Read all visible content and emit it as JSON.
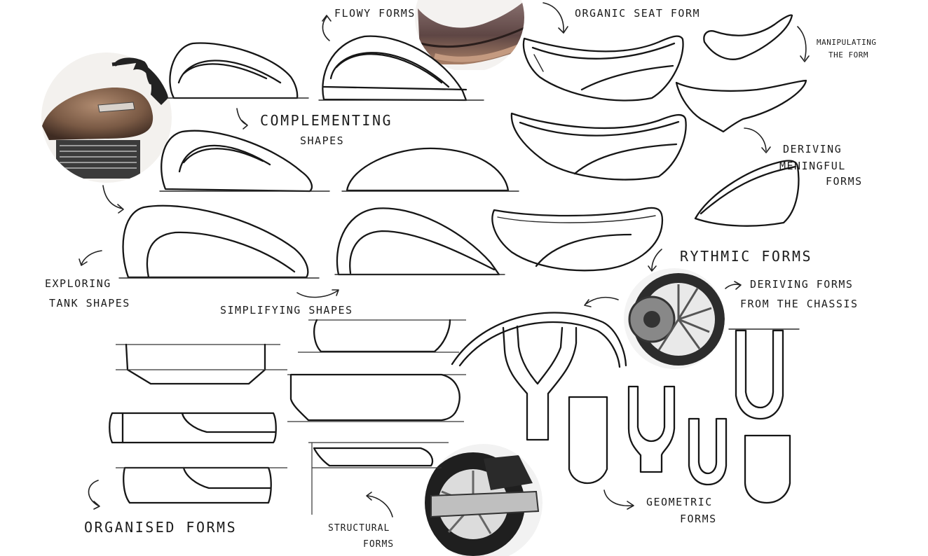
{
  "labels": {
    "flowy_forms": "Flowy Forms",
    "organic_seat_form": "Organic Seat Form",
    "manipulating_1": "Manipulating",
    "manipulating_2": "the Form",
    "complementing_1": "Complementing",
    "complementing_2": "Shapes",
    "deriving_1": "Deriving",
    "deriving_2": "Meningful",
    "deriving_3": "Forms",
    "exploring_1": "Exploring",
    "exploring_2": "Tank Shapes",
    "simplifying": "Simplifying Shapes",
    "rythmic": "Rythmic Forms",
    "chassis_1": "Deriving Forms",
    "chassis_2": "from the Chassis",
    "organised": "Organised Forms",
    "structural_1": "Structural",
    "structural_2": "Forms",
    "geometric_1": "Geometric",
    "geometric_2": "Forms"
  },
  "photos": {
    "tank": "motorcycle-fuel-tank-photo",
    "seat": "motorcycle-seat-photo",
    "wheel": "front-wheel-brake-disc-photo",
    "exhaust": "rear-wheel-exhaust-photo"
  },
  "colors": {
    "ink": "#161616",
    "paper": "#ffffff",
    "tank_bronze": "#7a5a45",
    "seat_brown": "#6a4f4c"
  }
}
